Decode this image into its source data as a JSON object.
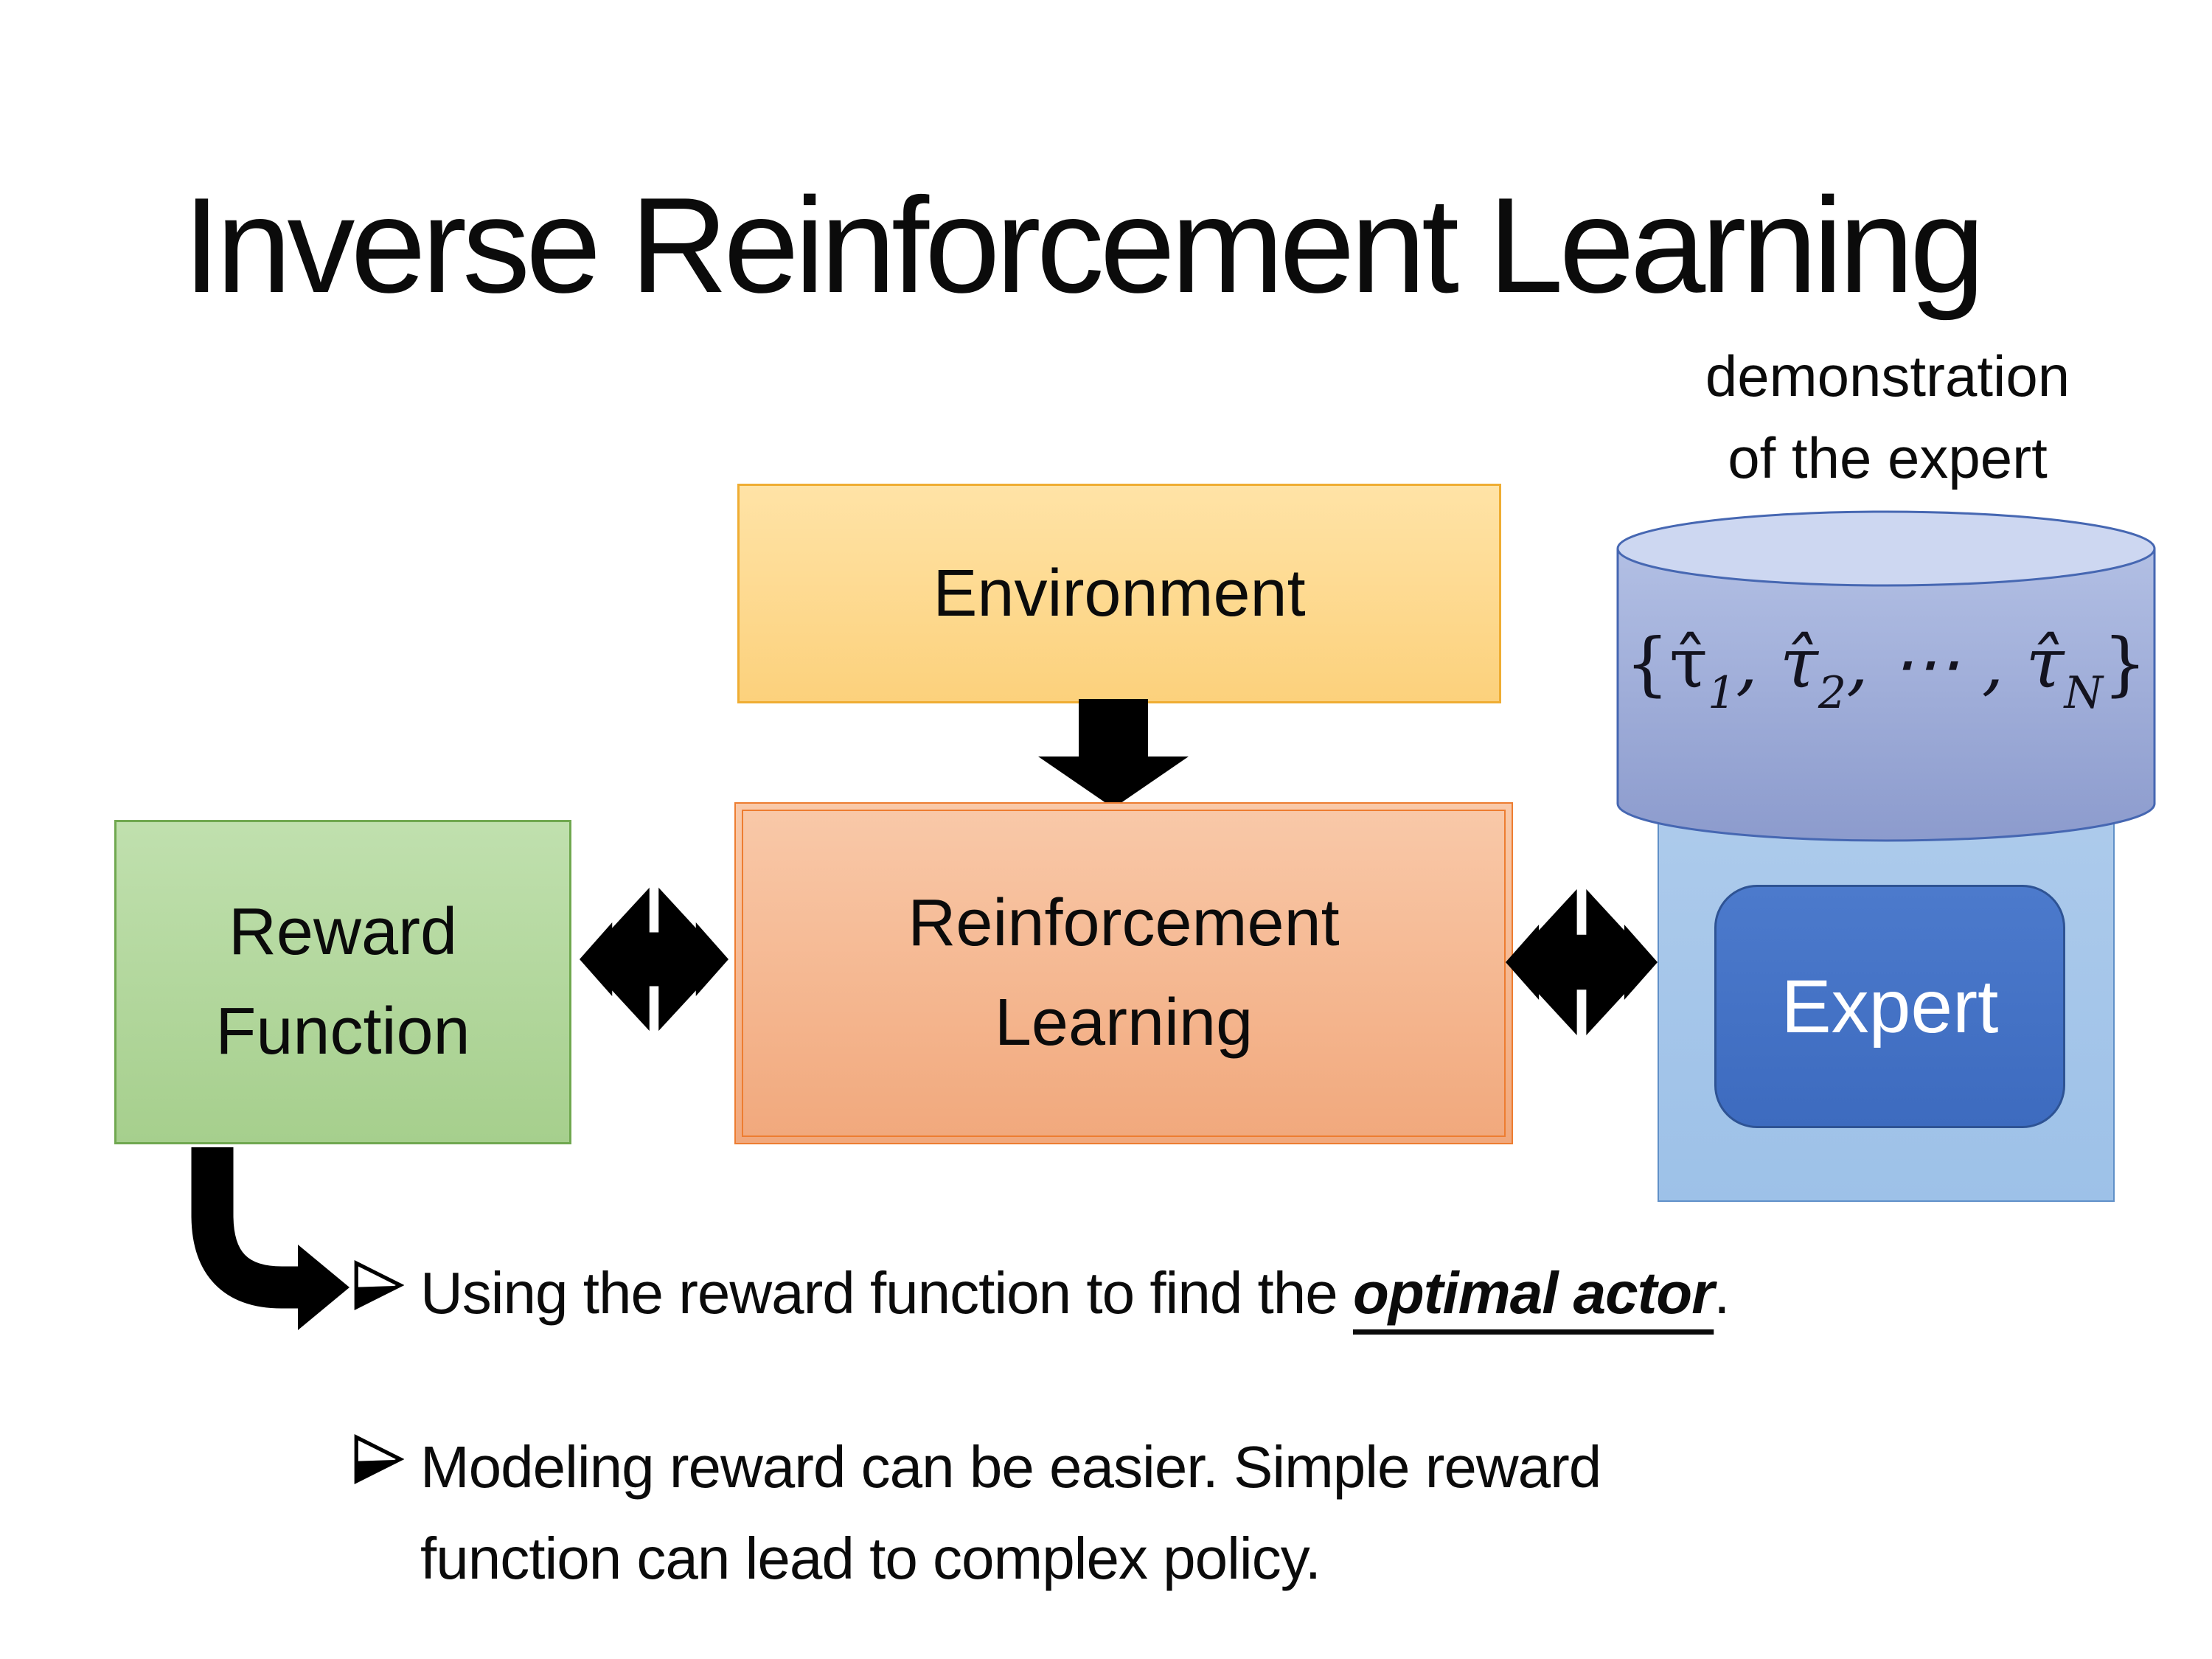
{
  "slide": {
    "title": "Inverse Reinforcement Learning"
  },
  "diagram": {
    "environment": {
      "label": "Environment"
    },
    "reward": {
      "line1": "Reward",
      "line2": "Function"
    },
    "rl": {
      "line1": "Reinforcement",
      "line2": "Learning"
    },
    "expert": {
      "label": "Expert"
    },
    "demonstration": {
      "line1": "demonstration",
      "line2": "of the expert"
    },
    "formula": {
      "p1": "{τ̂",
      "s1": "1",
      "p2": ", τ̂",
      "s2": "2",
      "p3": ", ⋯ , τ̂",
      "s3": "N",
      "p4": "}"
    },
    "icons": {
      "down_arrow": "down-arrow-icon",
      "left_double_arrow": "double-arrow-icon",
      "right_double_arrow": "double-arrow-icon",
      "elbow_arrow": "elbow-arrow-icon",
      "database": "database-cylinder"
    }
  },
  "bullets": {
    "marker_icon": "arrowhead-bullet",
    "item1": {
      "prefix": "Using the reward function to find the ",
      "emphasis": "optimal actor",
      "suffix": "."
    },
    "item2": {
      "line1": "Modeling reward can be easier. Simple reward",
      "line2": "function can lead to complex policy."
    }
  },
  "colors": {
    "background": "#FFFFFF",
    "title_color": "#0B0B0B",
    "environment_fill_top": "#FFE3A6",
    "environment_fill_bottom": "#FCD17C",
    "environment_border": "#EFAD33",
    "rl_fill_top": "#F9C9A9",
    "rl_fill_bottom": "#F1A87C",
    "rl_border": "#ED7D31",
    "reward_fill_top": "#C0E0AE",
    "reward_fill_bottom": "#A6CF8D",
    "reward_border": "#70A850",
    "container_fill_top": "#AFCCEC",
    "container_fill_bottom": "#9DC1E8",
    "container_border": "#6090C8",
    "expert_fill_top": "#4C7ACC",
    "expert_fill_bottom": "#3D6BBF",
    "expert_border": "#2E5394",
    "cylinder_fill_top": "#B2BFE4",
    "cylinder_fill_bottom": "#8C9BCD",
    "cylinder_top_fill": "#CDD7F1",
    "cylinder_border": "#4667B2",
    "arrow_color": "#000000"
  }
}
